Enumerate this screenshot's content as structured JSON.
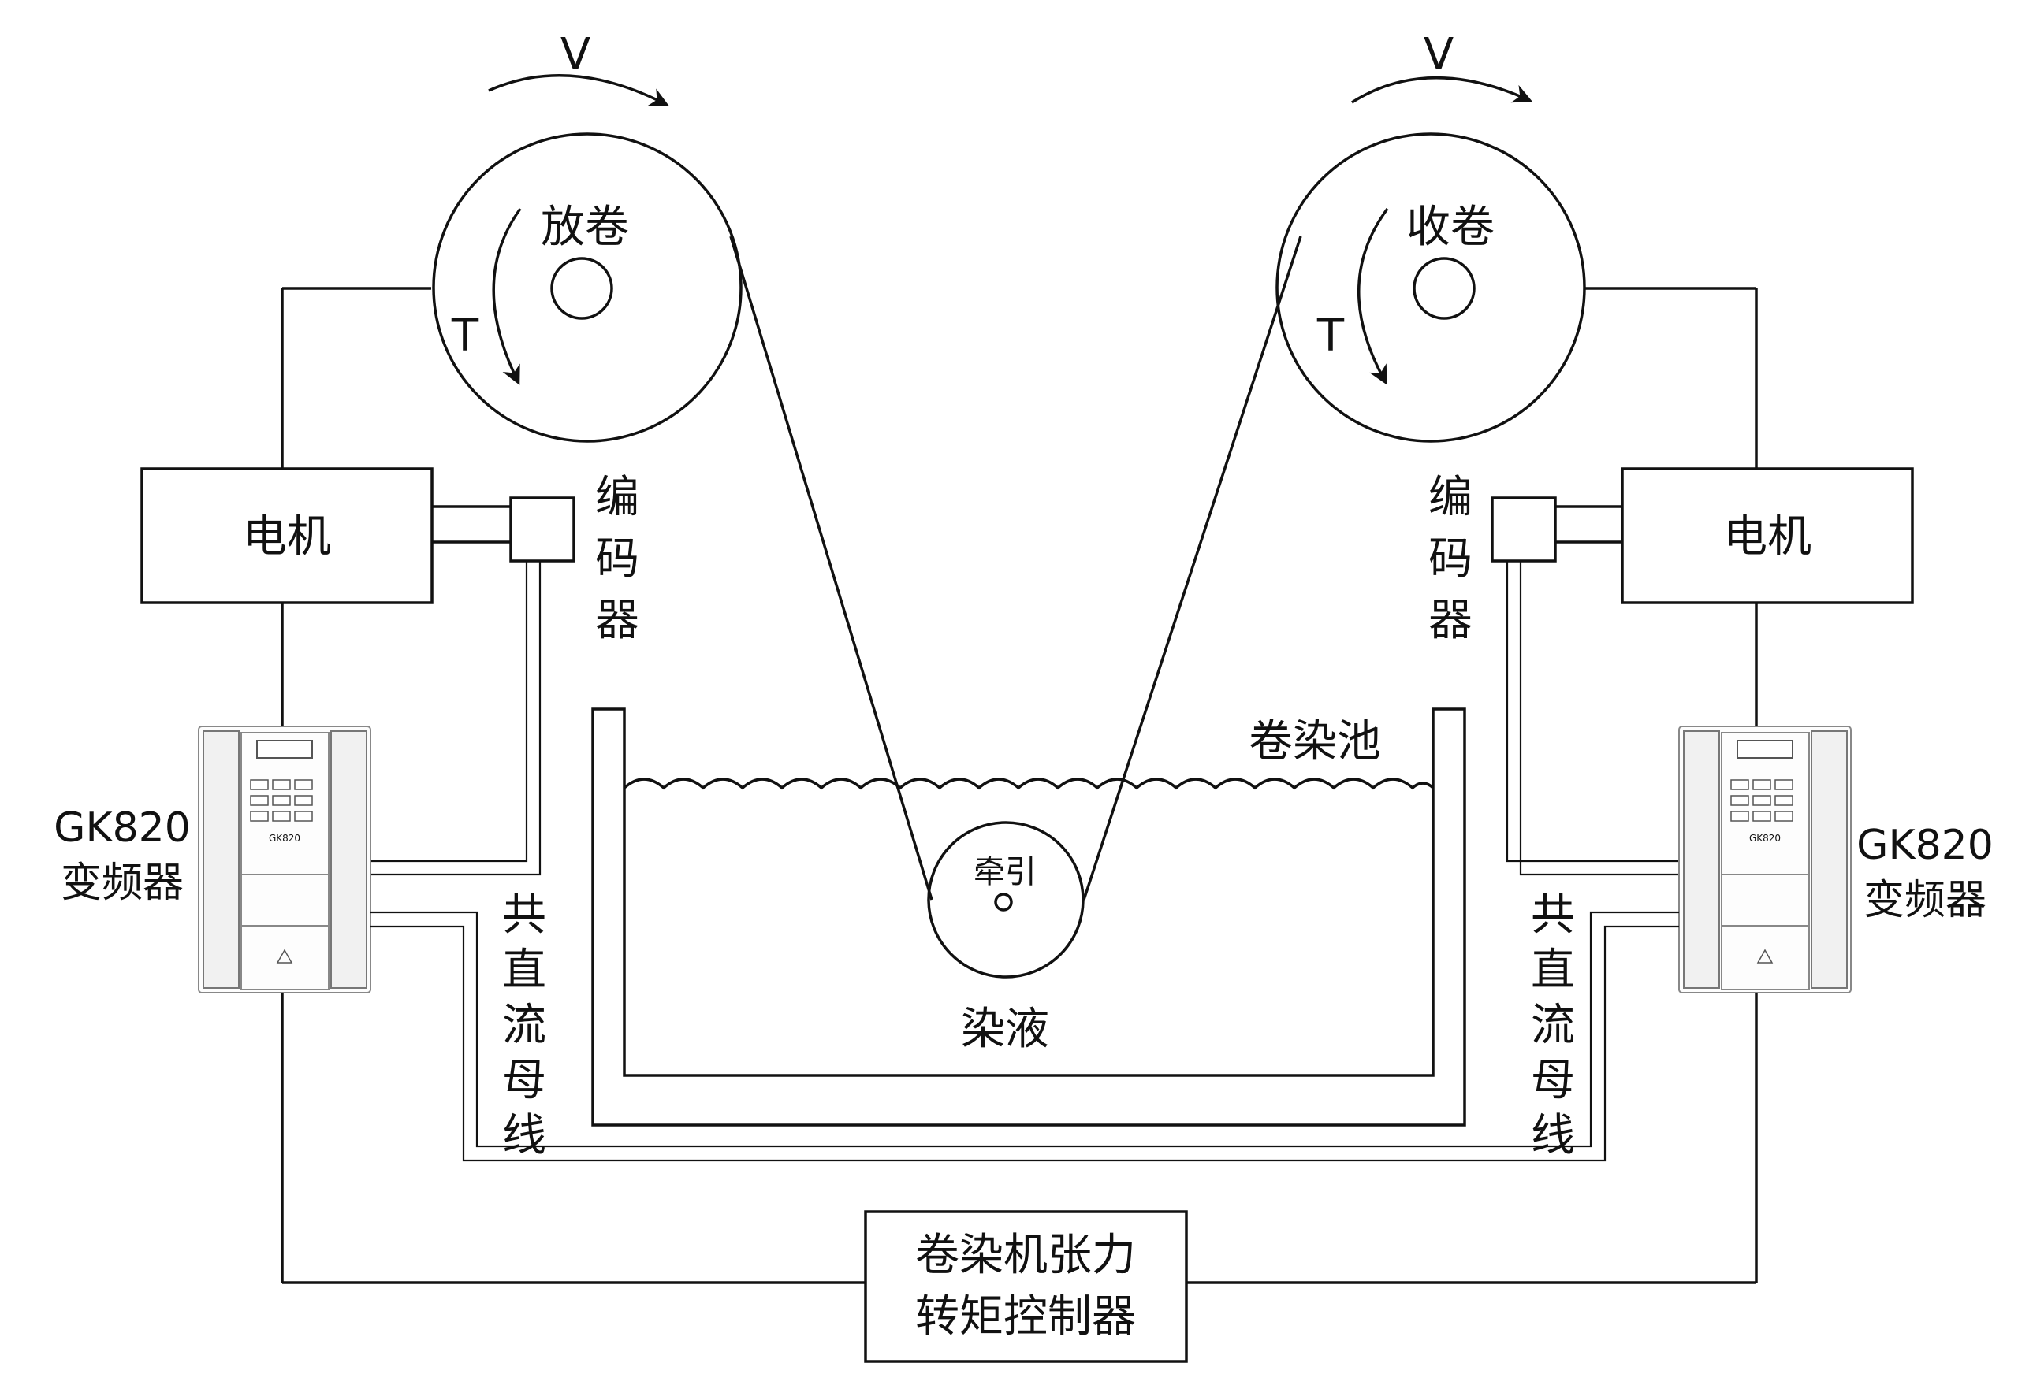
{
  "unwind_roll": {
    "label": "放卷",
    "speed": "V",
    "torque": "T"
  },
  "rewind_roll": {
    "label": "收卷",
    "speed": "V",
    "torque": "T"
  },
  "left_motor": {
    "label": "电机"
  },
  "right_motor": {
    "label": "电机"
  },
  "left_encoder": {
    "label_chars": [
      "编",
      "码",
      "器"
    ]
  },
  "right_encoder": {
    "label_chars": [
      "编",
      "码",
      "器"
    ]
  },
  "left_inverter": {
    "model": "GK820",
    "name": "变频器",
    "panel_model": "GK820"
  },
  "right_inverter": {
    "model": "GK820",
    "name": "变频器",
    "panel_model": "GK820"
  },
  "dc_bus_left": {
    "label_chars": [
      "共",
      "直",
      "流",
      "母",
      "线"
    ]
  },
  "dc_bus_right": {
    "label_chars": [
      "共",
      "直",
      "流",
      "母",
      "线"
    ]
  },
  "tank": {
    "label": "卷染池",
    "liquid_label": "染液",
    "traction_label": "牵引"
  },
  "controller": {
    "line1": "卷染机张力",
    "line2": "转矩控制器"
  }
}
